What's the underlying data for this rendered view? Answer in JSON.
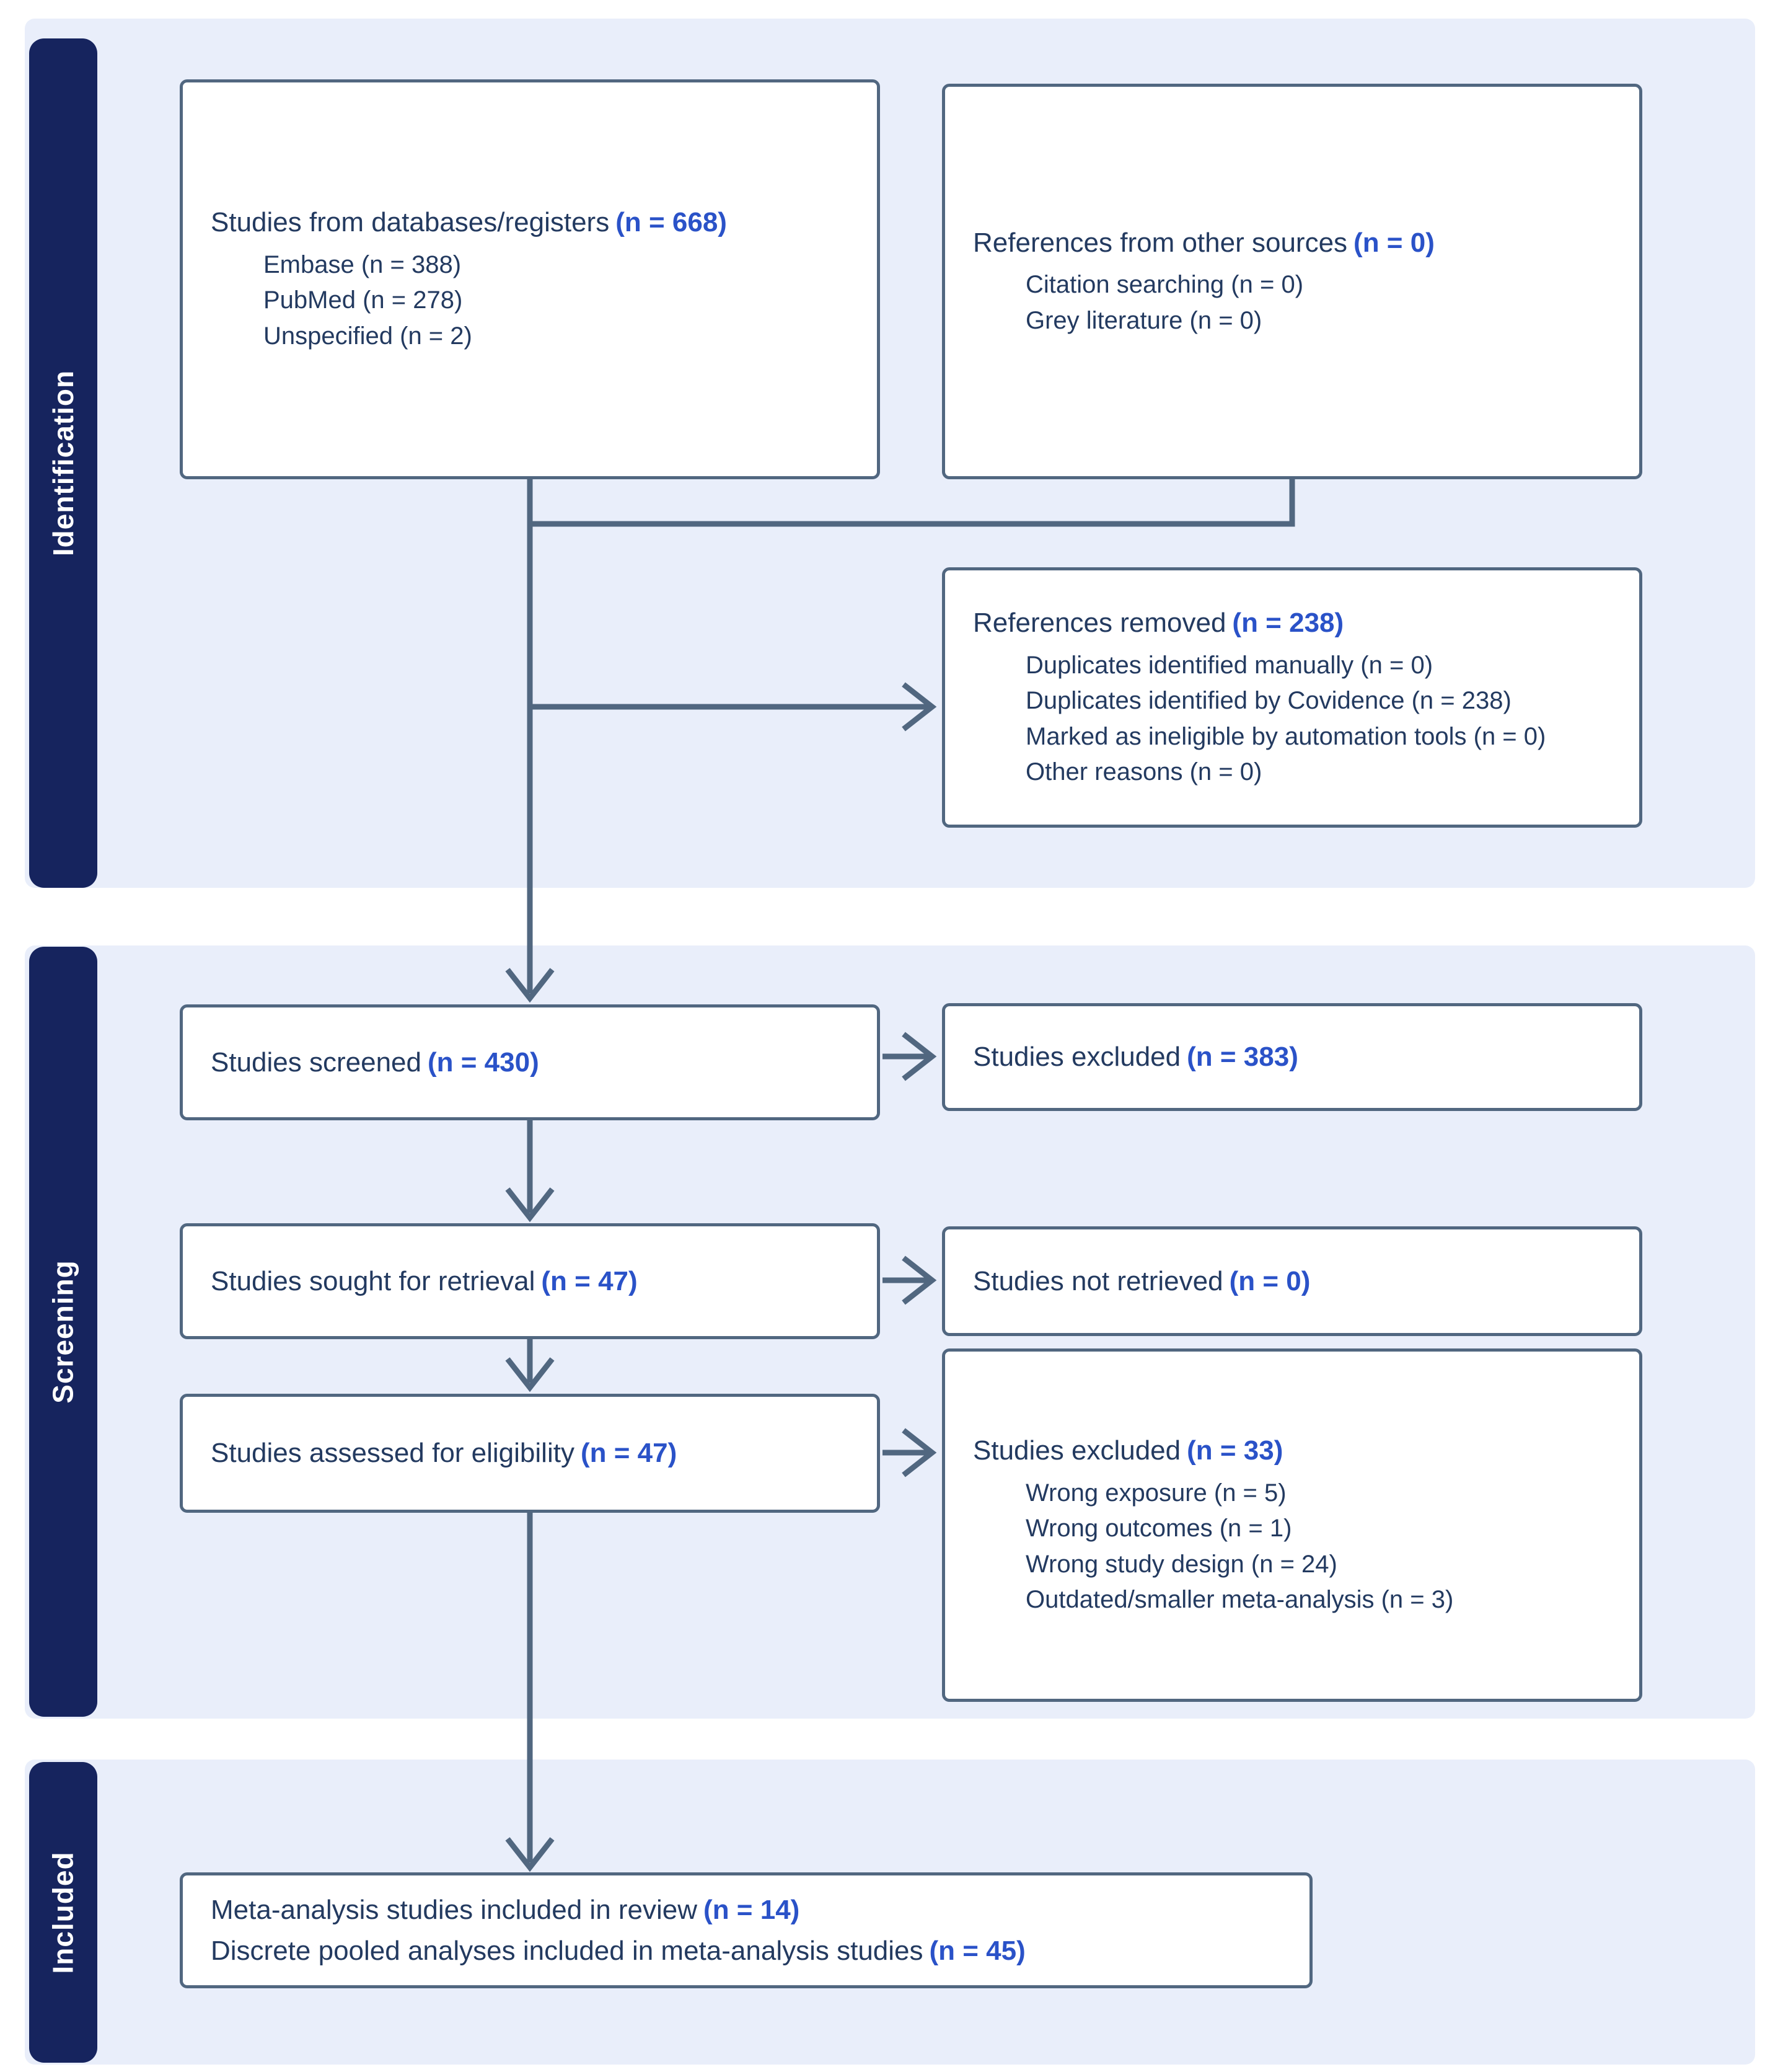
{
  "sidebar": {
    "identification": "Identification",
    "screening": "Screening",
    "included": "Included"
  },
  "boxes": {
    "databases": {
      "title": "Studies from databases/registers",
      "count": "(n = 668)",
      "items": [
        "Embase (n = 388)",
        "PubMed (n = 278)",
        "Unspecified (n = 2)"
      ]
    },
    "other_sources": {
      "title": "References from other sources",
      "count": "(n = 0)",
      "items": [
        "Citation searching (n = 0)",
        "Grey literature (n = 0)"
      ]
    },
    "references_removed": {
      "title": "References removed",
      "count": "(n = 238)",
      "items": [
        "Duplicates identified manually (n = 0)",
        "Duplicates identified by Covidence (n = 238)",
        "Marked as ineligible by automation tools (n = 0)",
        "Other reasons (n = 0)"
      ]
    },
    "studies_screened": {
      "title": "Studies screened",
      "count": "(n = 430)"
    },
    "studies_excluded_screening": {
      "title": "Studies excluded",
      "count": "(n = 383)"
    },
    "studies_sought": {
      "title": "Studies sought for retrieval",
      "count": "(n = 47)"
    },
    "studies_not_retrieved": {
      "title": "Studies not retrieved",
      "count": "(n = 0)"
    },
    "studies_assessed": {
      "title": "Studies assessed for eligibility",
      "count": "(n = 47)"
    },
    "studies_excluded_eligibility": {
      "title": "Studies excluded",
      "count": "(n = 33)",
      "items": [
        "Wrong exposure (n = 5)",
        "Wrong outcomes (n = 1)",
        "Wrong study design (n = 24)",
        "Outdated/smaller meta-analysis (n = 3)"
      ]
    },
    "included": {
      "line1_label": "Meta-analysis studies included in review",
      "line1_count": "(n = 14)",
      "line2_label": "Discrete pooled analyses included in meta-analysis studies",
      "line2_count": "(n = 45)"
    }
  },
  "colors": {
    "band_background": "#e9eefa",
    "sidebar_navy": "#16245e",
    "box_border": "#516780",
    "arrow": "#516780",
    "text_navy": "#233a60",
    "count_blue": "#2a52c8"
  }
}
